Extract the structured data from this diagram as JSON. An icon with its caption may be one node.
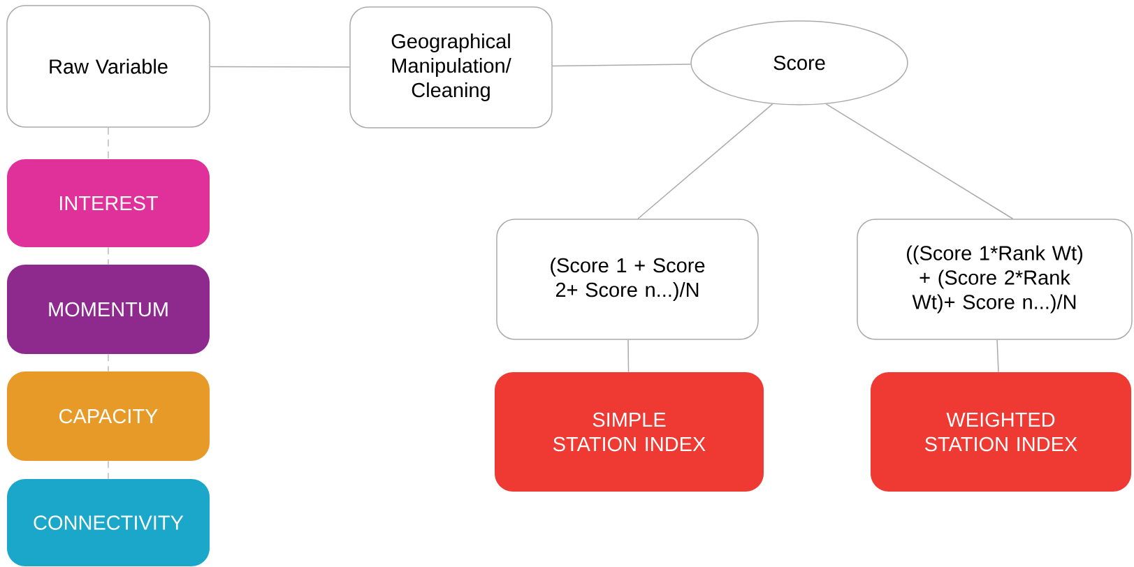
{
  "diagram": {
    "nodes": [
      {
        "text": [
          "Raw Variable"
        ]
      },
      {
        "text": [
          "Geographical Manipulation/ Cleaning"
        ]
      },
      {
        "text": [
          "Score"
        ]
      },
      {
        "text": [
          "INTEREST"
        ]
      },
      {
        "text": [
          "MOMENTUM"
        ]
      },
      {
        "text": [
          "CAPACITY"
        ]
      },
      {
        "text": [
          "CONNECTIVITY"
        ]
      },
      {
        "text": [
          "(Score 1 + Score 2+ Score n...)/N"
        ]
      },
      {
        "text": [
          "((Score 1*Rank Wt) + (Score 2*Rank Wt)+ Score n...)/N"
        ]
      },
      {
        "text": [
          "SIMPLE STATION INDEX"
        ]
      },
      {
        "text": [
          "WEIGHTED STATION INDEX"
        ]
      }
    ],
    "edges": [
      {
        "from": 0,
        "to": 1,
        "arrow": "none"
      },
      {
        "from": 1,
        "to": 2,
        "arrow": "none"
      },
      {
        "from": 2,
        "to": 7,
        "arrow": "none"
      },
      {
        "from": 2,
        "to": 8,
        "arrow": "none"
      },
      {
        "from": 7,
        "to": 9,
        "arrow": "none"
      },
      {
        "from": 8,
        "to": 10,
        "arrow": "none"
      },
      {
        "from": 0,
        "to": 3,
        "arrow": "none",
        "style": "dashed"
      },
      {
        "from": 3,
        "to": 4,
        "arrow": "none",
        "style": "dashed"
      },
      {
        "from": 4,
        "to": 5,
        "arrow": "none",
        "style": "dashed"
      },
      {
        "from": 5,
        "to": 6,
        "arrow": "none",
        "style": "dashed"
      }
    ]
  }
}
